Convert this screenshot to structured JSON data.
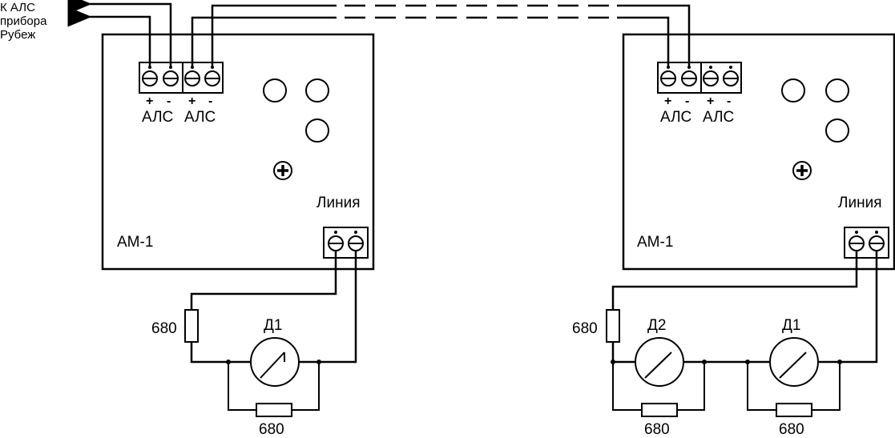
{
  "source_label": {
    "minus": "-",
    "plus": "+",
    "line1": "К АЛС",
    "line2": "прибора",
    "line3": "Рубеж"
  },
  "modules": [
    {
      "name": "АМ-1",
      "alc_label_1": "АЛС",
      "alc_label_2": "АЛС",
      "pm": [
        "+",
        "-",
        "+",
        "-"
      ],
      "line_label": "Линия",
      "resistor_end": "680",
      "detectors": [
        {
          "name": "Д1",
          "resistor": "680"
        }
      ]
    },
    {
      "name": "АМ-1",
      "alc_label_1": "АЛС",
      "alc_label_2": "АЛС",
      "pm": [
        "+",
        "-",
        "+",
        "-"
      ],
      "line_label": "Линия",
      "resistor_end": "680",
      "detectors": [
        {
          "name": "Д2",
          "resistor": "680"
        },
        {
          "name": "Д1",
          "resistor": "680"
        }
      ]
    }
  ]
}
